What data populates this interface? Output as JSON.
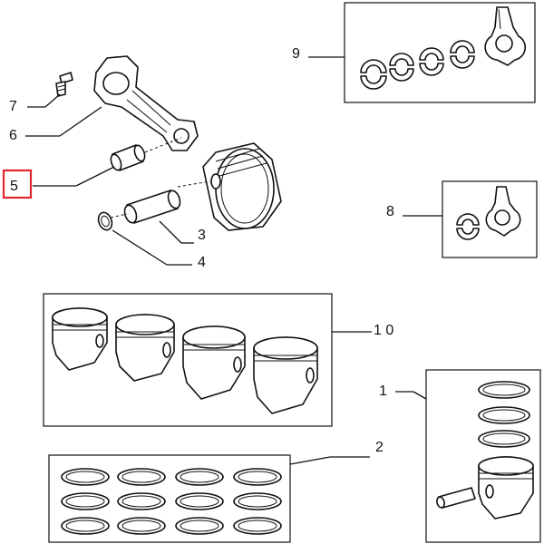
{
  "diagram": {
    "highlight_color": "#e0262e",
    "labels": {
      "l1": "1",
      "l2": "2",
      "l3": "3",
      "l4": "4",
      "l5": "5",
      "l6": "6",
      "l7": "7",
      "l8": "8",
      "l9": "9",
      "l10": "1 0"
    },
    "highlighted_label": "5"
  }
}
